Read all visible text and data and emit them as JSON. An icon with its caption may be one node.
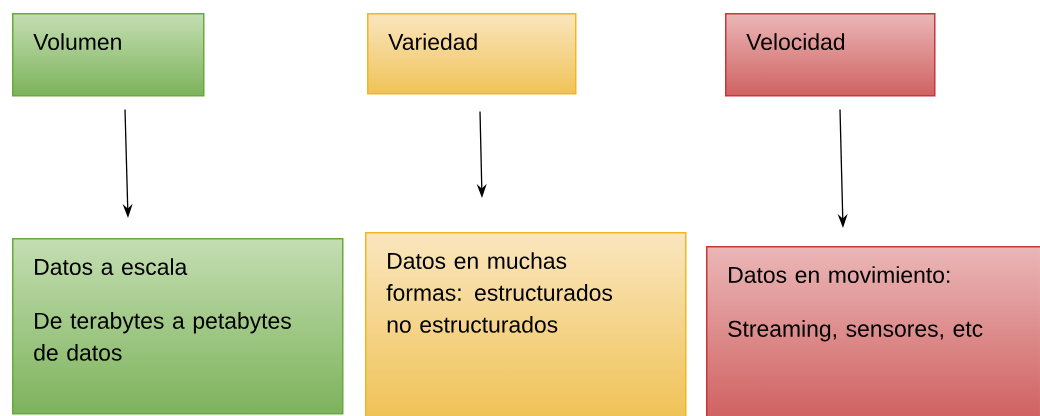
{
  "diagram": {
    "nodes": [
      {
        "text": [
          "Volumen"
        ]
      },
      {
        "text": [
          "Variedad"
        ]
      },
      {
        "text": [
          "Velocidad"
        ]
      },
      {
        "text": [
          "Datos a escala",
          "De terabytes a petabytes de datos"
        ]
      },
      {
        "text": [
          "Datos en muchas formas: estructurados no estructurados"
        ]
      },
      {
        "text": [
          "Datos en movimiento:",
          "Streaming, sensores, etc"
        ]
      }
    ],
    "edges": [
      {
        "from": 0,
        "to": 3,
        "arrow": "to"
      },
      {
        "from": 1,
        "to": 4,
        "arrow": "to"
      },
      {
        "from": 2,
        "to": 5,
        "arrow": "to"
      }
    ]
  }
}
